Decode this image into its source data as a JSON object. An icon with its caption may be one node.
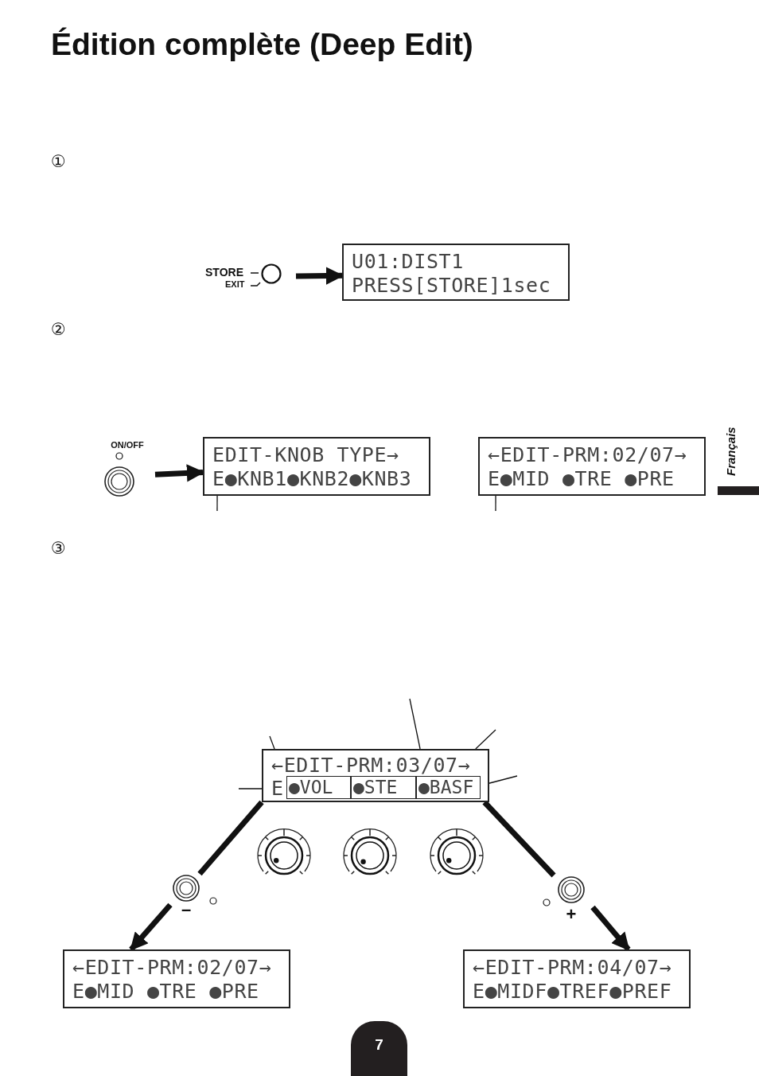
{
  "diagram": {
    "title": "Édition complète (Deep Edit)",
    "nodes": [
      {
        "text": [
          "STORE",
          "EXIT"
        ]
      },
      {
        "text": [
          "U01:DIST1",
          "PRESS[STORE]1sec"
        ]
      },
      {
        "text": [
          "ON/OFF"
        ]
      },
      {
        "text": [
          "EDIT-KNOB TYPE→",
          "E●KNB1●KNB2●KNB3"
        ]
      },
      {
        "text": [
          "←EDIT-PRM:02/07→",
          "E●MID ●TRE ●PRE"
        ]
      },
      {
        "text": [
          "←EDIT-PRM:03/07→",
          "E"
        ]
      },
      {
        "text": [
          "●VOL"
        ],
        "in": 5
      },
      {
        "text": [
          "●STE"
        ],
        "in": 5
      },
      {
        "text": [
          "●BASF"
        ],
        "in": 5
      },
      {
        "text": [
          "–"
        ]
      },
      {
        "text": [
          "+"
        ]
      },
      {
        "text": [
          "←EDIT-PRM:02/07→",
          "E●MID ●TRE ●PRE"
        ]
      },
      {
        "text": [
          "←EDIT-PRM:04/07→",
          "E●MIDF●TREF●PREF"
        ]
      }
    ],
    "edges": [
      {
        "from": 0,
        "to": 1,
        "arrow": "to",
        "style": "thick"
      },
      {
        "from": 2,
        "to": 3,
        "arrow": "to",
        "style": "thick"
      },
      {
        "from": null,
        "to": 3,
        "arrow": "none"
      },
      {
        "from": null,
        "to": 4,
        "arrow": "none"
      },
      {
        "from": null,
        "to": 5,
        "arrow": "none"
      },
      {
        "from": null,
        "to": 5,
        "arrow": "none"
      },
      {
        "from": null,
        "to": 5,
        "arrow": "none"
      },
      {
        "from": null,
        "to": 5,
        "arrow": "none"
      },
      {
        "from": null,
        "to": 8,
        "arrow": "none"
      },
      {
        "from": 5,
        "to": 9,
        "arrow": "none",
        "style": "thick"
      },
      {
        "from": 9,
        "to": 11,
        "arrow": "to",
        "style": "thick"
      },
      {
        "from": 5,
        "to": 10,
        "arrow": "none",
        "style": "thick"
      },
      {
        "from": 10,
        "to": 12,
        "arrow": "to",
        "style": "thick"
      }
    ],
    "labels": [
      "①",
      "②",
      "Français",
      "③",
      "7"
    ]
  }
}
